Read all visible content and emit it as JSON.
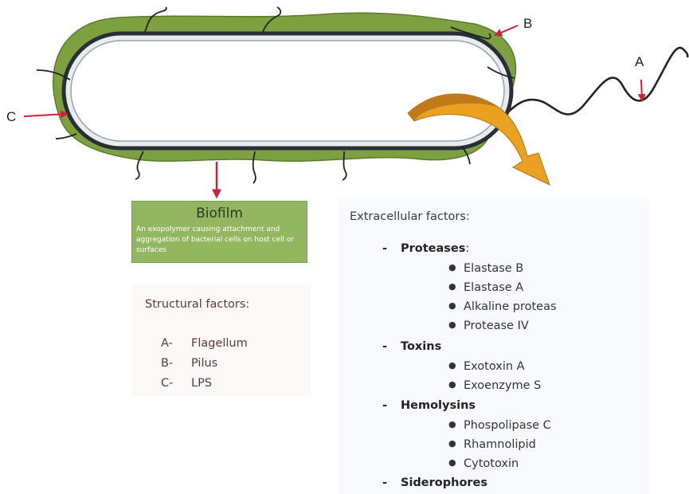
{
  "callouts": {
    "a": "A",
    "b": "B",
    "c": "C"
  },
  "biofilm": {
    "title": "Biofilm",
    "description": "An exopolymer causing attachment and aggregation of bacterial cells on host cell or surfaces"
  },
  "structural": {
    "title": "Structural factors:",
    "items": [
      {
        "letter": "A-",
        "name": "Flagellum"
      },
      {
        "letter": "B-",
        "name": "Pilus"
      },
      {
        "letter": "C-",
        "name": "LPS"
      }
    ]
  },
  "extracellular": {
    "title": "Extracellular factors:",
    "groups": [
      {
        "dash": "-",
        "name": "Proteases",
        "suffix": ":",
        "items": [
          "Elastase B",
          "Elastase A",
          "Alkaline proteas",
          "Protease IV"
        ]
      },
      {
        "dash": "-",
        "name": "Toxins",
        "suffix": "",
        "items": [
          "Exotoxin A",
          "Exoenzyme S"
        ]
      },
      {
        "dash": "-",
        "name": "Hemolysins",
        "suffix": "",
        "items": [
          "Phospolipase C",
          "Rhamnolipid",
          "Cytotoxin"
        ]
      },
      {
        "dash": "-",
        "name": "Siderophores",
        "suffix": "",
        "items": []
      }
    ]
  },
  "colors": {
    "capsule": "#7da040",
    "capsule_edge": "#5d7a2c",
    "membrane": "#2a2f36",
    "cell_interior": "#ffffff",
    "arrow_red": "#cc2233",
    "secretion_arrow_dark": "#c07a1a",
    "secretion_arrow_light": "#eaa020",
    "biofilm_box": "#93b660"
  }
}
